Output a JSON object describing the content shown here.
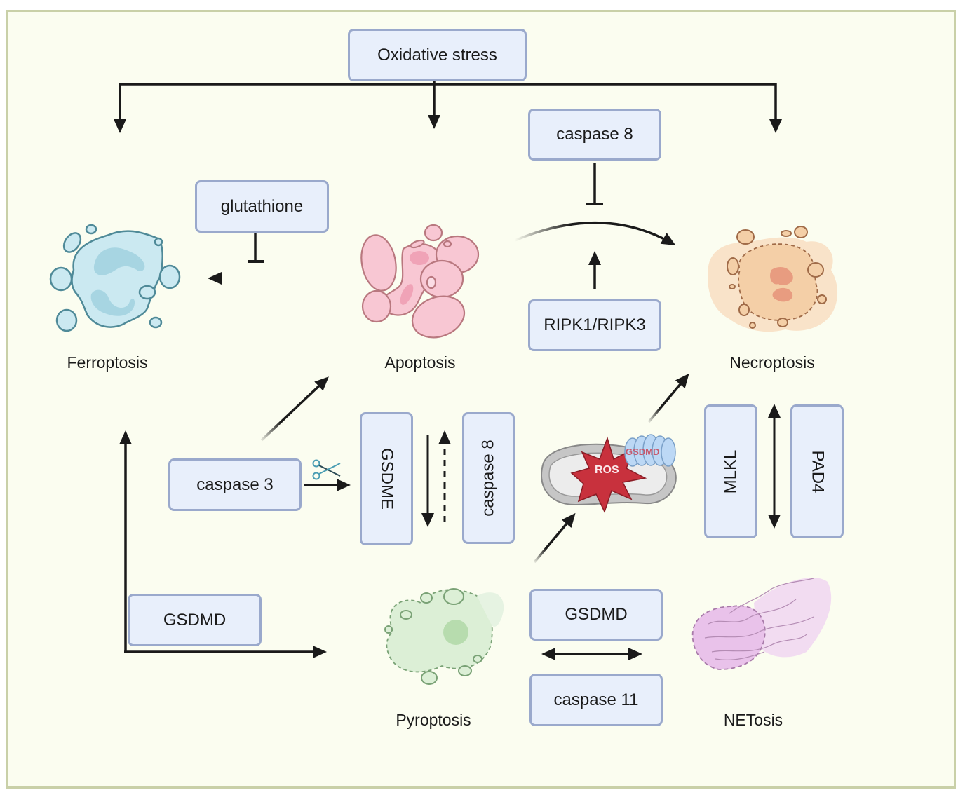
{
  "diagram": {
    "title_node": "Oxidative stress",
    "nodes": {
      "oxidative_stress": "Oxidative stress",
      "caspase8_top": "caspase 8",
      "glutathione": "glutathione",
      "ripk": "RIPK1/RIPK3",
      "caspase3": "caspase 3",
      "gsdme": "GSDME",
      "caspase8_mid": "caspase 8",
      "mlkl": "MLKL",
      "pad4": "PAD4",
      "gsdmd_left": "GSDMD",
      "gsdmd_bottom": "GSDMD",
      "caspase11": "caspase 11"
    },
    "cell_death_types": {
      "ferroptosis": "Ferroptosis",
      "apoptosis": "Apoptosis",
      "necroptosis": "Necroptosis",
      "pyroptosis": "Pyroptosis",
      "netosis": "NETosis"
    },
    "mitochondrion": {
      "ros_label": "ROS",
      "pore_label": "GSDMD"
    },
    "icons": {
      "scissors": "scissors-icon"
    },
    "edges": [
      {
        "from": "Oxidative stress",
        "to": "Ferroptosis",
        "type": "activation"
      },
      {
        "from": "Oxidative stress",
        "to": "Apoptosis",
        "type": "activation"
      },
      {
        "from": "Oxidative stress",
        "to": "Necroptosis",
        "type": "activation"
      },
      {
        "from": "Apoptosis",
        "to": "Ferroptosis",
        "type": "activation"
      },
      {
        "from": "glutathione",
        "to": "Apoptosis→Ferroptosis",
        "type": "inhibition"
      },
      {
        "from": "Apoptosis",
        "to": "Necroptosis",
        "type": "activation"
      },
      {
        "from": "caspase 8",
        "to": "Apoptosis→Necroptosis",
        "type": "inhibition"
      },
      {
        "from": "RIPK1/RIPK3",
        "to": "Apoptosis→Necroptosis",
        "type": "activation"
      },
      {
        "from": "caspase 3",
        "to": "Apoptosis",
        "type": "activation"
      },
      {
        "from": "caspase 3",
        "to": "GSDME",
        "type": "cleavage"
      },
      {
        "from": "GSDME",
        "to": "caspase 8",
        "type": "bidirectional-dashed"
      },
      {
        "from": "Pyroptosis",
        "to": "Mitochondrion ROS",
        "type": "activation"
      },
      {
        "from": "Mitochondrion ROS",
        "to": "Necroptosis",
        "type": "activation"
      },
      {
        "from": "MLKL",
        "to": "PAD4",
        "type": "bidirectional"
      },
      {
        "from": "GSDMD",
        "to": "Ferroptosis",
        "type": "activation"
      },
      {
        "from": "GSDMD",
        "to": "Pyroptosis",
        "type": "activation"
      },
      {
        "from": "GSDMD",
        "to": "caspase 11",
        "type": "bidirectional"
      }
    ],
    "colors": {
      "background": "#fbfdf0",
      "frame_border": "#c9d0a8",
      "box_fill": "#e8effb",
      "box_border": "#9aa9cc",
      "arrow": "#1a1a1a",
      "ferroptosis": "#bfe3ee",
      "apoptosis": "#f4bccb",
      "necroptosis": "#f4cfa7",
      "pyroptosis": "#cfe9c9",
      "netosis": "#e9c2ea",
      "ros": "#c8313d"
    }
  }
}
